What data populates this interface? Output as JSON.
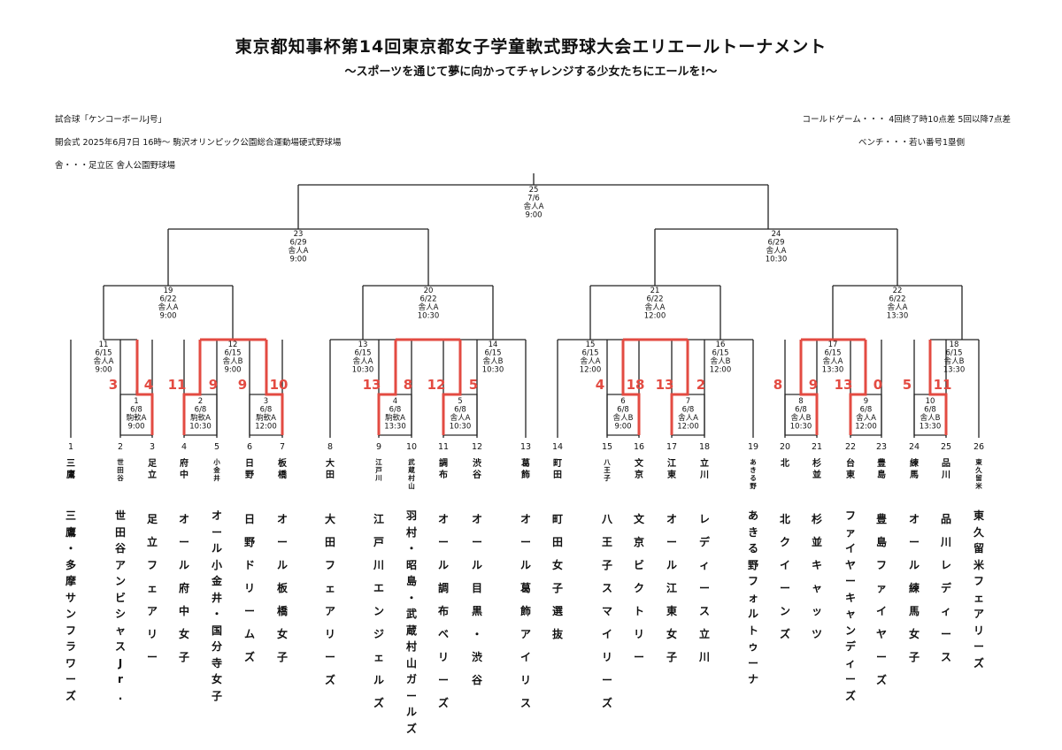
{
  "header": {
    "title": "東京都知事杯第14回東京都女子学童軟式野球大会エリエールトーナメント",
    "subtitle": "〜スポーツを通じて夢に向かってチャレンジする少女たちにエールを!〜"
  },
  "info": {
    "ball": "試合球「ケンコーボールJ号」",
    "opening": "開会式 2025年6月7日 16時〜 駒沢オリンピック公園総合運動場硬式野球場",
    "venue": "舎・・・足立区 舎人公園野球場",
    "called_game": "コールドゲーム・・・ 4回終了時10点差 5回以降7点差",
    "bench": "ベンチ・・・若い番号1塁側"
  },
  "colors": {
    "winner_path": "#e34b42",
    "line": "#222222",
    "text": "#111111"
  },
  "teams": [
    {
      "num": "1",
      "short": "三鷹",
      "full": "三鷹・多摩サンフラワーズ"
    },
    {
      "num": "2",
      "short": "世田谷",
      "full": "世田谷アンビシャスJr."
    },
    {
      "num": "3",
      "short": "足立",
      "full": "足立フェアリー"
    },
    {
      "num": "4",
      "short": "府中",
      "full": "オール府中女子"
    },
    {
      "num": "5",
      "short": "小金井",
      "full": "オール小金井・国分寺 女子"
    },
    {
      "num": "6",
      "short": "日野",
      "full": "日野ドリームズ"
    },
    {
      "num": "7",
      "short": "板橋",
      "full": "オール板橋女子"
    },
    {
      "num": "8",
      "short": "大田",
      "full": "大田フェアリーズ"
    },
    {
      "num": "9",
      "short": "江戸川",
      "full": "江戸川エンジェルズ"
    },
    {
      "num": "10",
      "short": "武蔵村山",
      "full": "羽村・昭島・武蔵村山ガールズ"
    },
    {
      "num": "11",
      "short": "調布",
      "full": "オール調布ベリーズ"
    },
    {
      "num": "12",
      "short": "渋谷",
      "full": "オール目黒・渋谷"
    },
    {
      "num": "13",
      "short": "葛飾",
      "full": "オール葛飾アイリス"
    },
    {
      "num": "14",
      "short": "町田",
      "full": "町田女子選抜"
    },
    {
      "num": "15",
      "short": "八王子",
      "full": "八王子スマイリーズ"
    },
    {
      "num": "16",
      "short": "文京",
      "full": "文京ビクトリー"
    },
    {
      "num": "17",
      "short": "江東",
      "full": "オール江東女子"
    },
    {
      "num": "18",
      "short": "立川",
      "full": "レディース立川"
    },
    {
      "num": "19",
      "short": "あきる野",
      "full": "あきる野フォルトゥーナ"
    },
    {
      "num": "20",
      "short": "北",
      "full": "北クイーンズ"
    },
    {
      "num": "21",
      "short": "杉並",
      "full": "杉並キャッツ"
    },
    {
      "num": "22",
      "short": "台東",
      "full": "ファイヤーキャンディーズ"
    },
    {
      "num": "23",
      "short": "豊島",
      "full": "豊島ファイヤーズ"
    },
    {
      "num": "24",
      "short": "練馬",
      "full": "オール練馬女子"
    },
    {
      "num": "25",
      "short": "品川",
      "full": "品川レディース"
    },
    {
      "num": "26",
      "short": "東久留米",
      "full": "東久留米フェアリーズ"
    }
  ],
  "games": [
    {
      "no": "1",
      "date": "6/8",
      "field": "駒軟A",
      "time": "9:00"
    },
    {
      "no": "2",
      "date": "6/8",
      "field": "駒軟A",
      "time": "10:30"
    },
    {
      "no": "3",
      "date": "6/8",
      "field": "駒軟A",
      "time": "12:00"
    },
    {
      "no": "4",
      "date": "6/8",
      "field": "駒軟A",
      "time": "13:30"
    },
    {
      "no": "5",
      "date": "6/8",
      "field": "舎人A",
      "time": "10:30"
    },
    {
      "no": "6",
      "date": "6/8",
      "field": "舎人B",
      "time": "9:00"
    },
    {
      "no": "7",
      "date": "6/8",
      "field": "舎人A",
      "time": "12:00"
    },
    {
      "no": "8",
      "date": "6/8",
      "field": "舎人B",
      "time": "10:30"
    },
    {
      "no": "9",
      "date": "6/8",
      "field": "舎人A",
      "time": "12:00"
    },
    {
      "no": "10",
      "date": "6/8",
      "field": "舎人B",
      "time": "13:30"
    },
    {
      "no": "11",
      "date": "6/15",
      "field": "舎人A",
      "time": "9:00"
    },
    {
      "no": "12",
      "date": "6/15",
      "field": "舎人B",
      "time": "9:00"
    },
    {
      "no": "13",
      "date": "6/15",
      "field": "舎人A",
      "time": "10:30"
    },
    {
      "no": "14",
      "date": "6/15",
      "field": "舎人B",
      "time": "10:30"
    },
    {
      "no": "15",
      "date": "6/15",
      "field": "舎人A",
      "time": "12:00"
    },
    {
      "no": "16",
      "date": "6/15",
      "field": "舎人B",
      "time": "12:00"
    },
    {
      "no": "17",
      "date": "6/15",
      "field": "舎人A",
      "time": "13:30"
    },
    {
      "no": "18",
      "date": "6/15",
      "field": "舎人B",
      "time": "13:30"
    },
    {
      "no": "19",
      "date": "6/22",
      "field": "舎人A",
      "time": "9:00"
    },
    {
      "no": "20",
      "date": "6/22",
      "field": "舎人A",
      "time": "10:30"
    },
    {
      "no": "21",
      "date": "6/22",
      "field": "舎人A",
      "time": "12:00"
    },
    {
      "no": "22",
      "date": "6/22",
      "field": "舎人A",
      "time": "13:30"
    },
    {
      "no": "23",
      "date": "6/29",
      "field": "舎人A",
      "time": "9:00"
    },
    {
      "no": "24",
      "date": "6/29",
      "field": "舎人A",
      "time": "10:30"
    },
    {
      "no": "25",
      "date": "7/6",
      "field": "舎人A",
      "time": "9:00"
    }
  ],
  "scores": [
    {
      "game": "1",
      "left": "3",
      "right": "4"
    },
    {
      "game": "2",
      "left": "11",
      "right": "9"
    },
    {
      "game": "3",
      "left": "9",
      "right": "10"
    },
    {
      "game": "4",
      "left": "13",
      "right": "8"
    },
    {
      "game": "5",
      "left": "12",
      "right": "5"
    },
    {
      "game": "6",
      "left": "4",
      "right": "18"
    },
    {
      "game": "7",
      "left": "13",
      "right": "2"
    },
    {
      "game": "8",
      "left": "8",
      "right": "9"
    },
    {
      "game": "9",
      "left": "13",
      "right": "0"
    },
    {
      "game": "10",
      "left": "5",
      "right": "11"
    }
  ]
}
